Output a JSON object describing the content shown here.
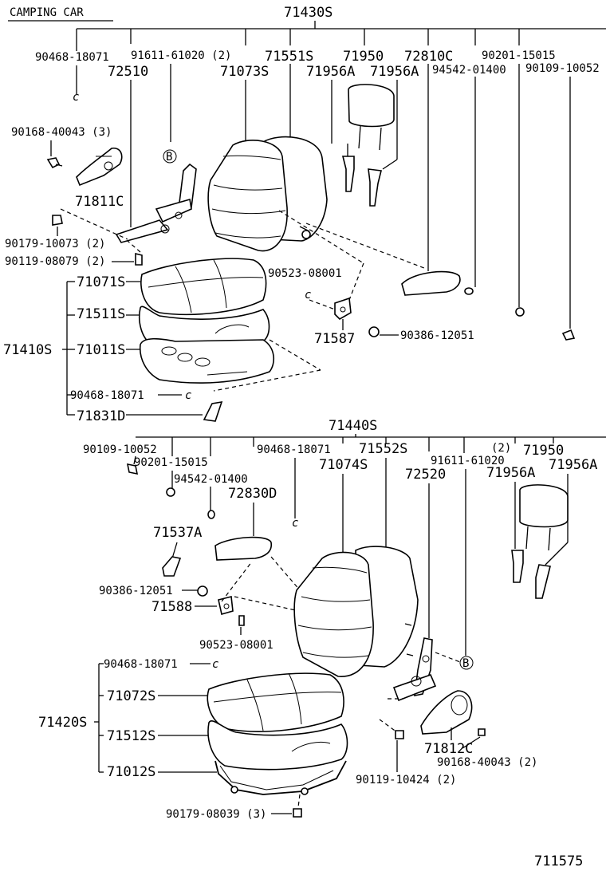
{
  "header": {
    "title": "CAMPING CAR"
  },
  "footer": {
    "figure_number": "711575"
  },
  "upper": {
    "group": "71430S",
    "p90468_a": "90468-18071",
    "p91611_a": "91611-61020 (2)",
    "p71551": "71551S",
    "p71950_a": "71950",
    "p72810": "72810C",
    "p90201_a": "90201-15015",
    "p90109_a": "90109-10052",
    "p72510": "72510",
    "p71073": "71073S",
    "p71956_a1": "71956A",
    "p71956_a2": "71956A",
    "p94542_a": "94542-01400",
    "p90168_a": "90168-40043 (3)",
    "p71811": "71811C",
    "p90179_a": "90179-10073 (2)",
    "p90119_a": "90119-08079 (2)",
    "p90523_a": "90523-08001",
    "p71587": "71587",
    "p90386_a": "90386-12051",
    "cushion": "71410S",
    "p71071": "71071S",
    "p71511": "71511S",
    "p71011": "71011S",
    "p90468_b": "90468-18071",
    "p71831": "71831D",
    "ref_b": "B"
  },
  "lower": {
    "group": "71440S",
    "p90109_b": "90109-10052",
    "p90201_b": "90201-15015",
    "p94542_b": "94542-01400",
    "p90468_c": "90468-18071",
    "p71074": "71074S",
    "p71552": "71552S",
    "p72520": "72520",
    "p91611_b": "91611-61020",
    "qty2": "(2)",
    "p71950_b": "71950",
    "p71956_b1": "71956A",
    "p71956_b2": "71956A",
    "p72830": "72830D",
    "p71537": "71537A",
    "p90386_b": "90386-12051",
    "p71588": "71588",
    "p90523_b": "90523-08001",
    "p90468_d": "90468-18071",
    "cushion": "71420S",
    "p71072": "71072S",
    "p71512": "71512S",
    "p71012": "71012S",
    "p90179_b": "90179-08039 (3)",
    "p90119_b": "90119-10424 (2)",
    "p71812": "71812C",
    "p90168_b": "90168-40043 (2)",
    "ref_b": "B"
  }
}
